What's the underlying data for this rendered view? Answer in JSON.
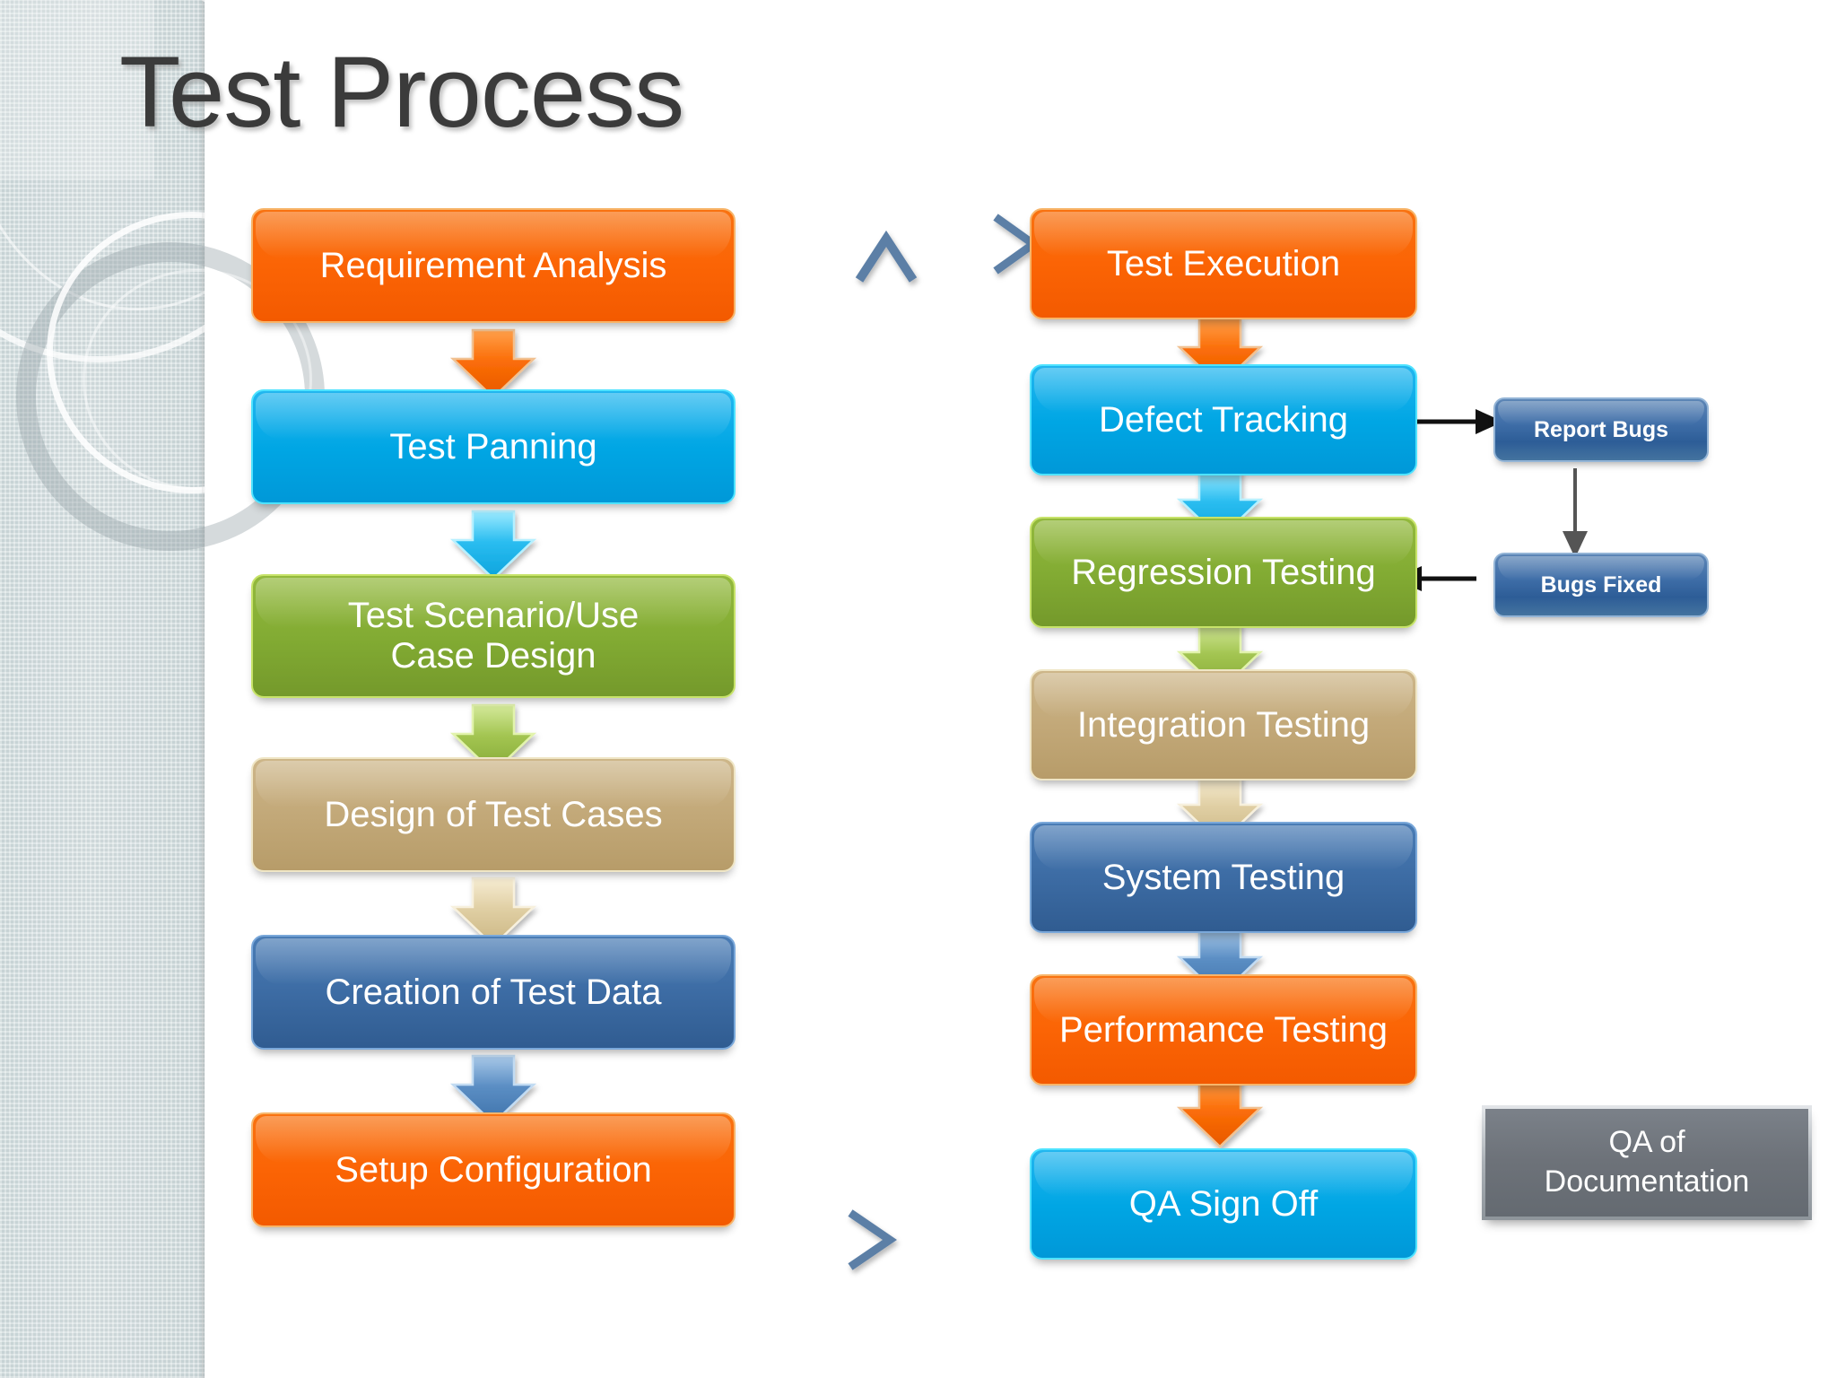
{
  "slide": {
    "title": "Test Process",
    "background_color": "#ffffff",
    "sidebar_color": "#d2dedf"
  },
  "palette": {
    "orange": "#fb6405",
    "cyan": "#00a6e4",
    "green": "#82ab33",
    "tan": "#c2a878",
    "navy": "#3c6ba3",
    "small_blue": "#3f6ea8",
    "gray": "#6d7279",
    "connector_blue": "#5b7fa6",
    "connector_black": "#1a1a1a"
  },
  "flow": {
    "left_column": [
      {
        "label": "Requirement Analysis",
        "color": "orange"
      },
      {
        "label": "Test Panning",
        "color": "cyan"
      },
      {
        "label": "Test Scenario/Use Case Design",
        "color": "green",
        "lines": [
          "Test Scenario/Use",
          "Case Design"
        ]
      },
      {
        "label": "Design of Test Cases",
        "color": "tan"
      },
      {
        "label": "Creation of Test Data",
        "color": "navy"
      },
      {
        "label": "Setup Configuration",
        "color": "orange"
      }
    ],
    "right_column": [
      {
        "label": "Test Execution",
        "color": "orange"
      },
      {
        "label": "Defect Tracking",
        "color": "cyan"
      },
      {
        "label": "Regression Testing",
        "color": "green"
      },
      {
        "label": "Integration Testing",
        "color": "tan"
      },
      {
        "label": "System Testing",
        "color": "navy"
      },
      {
        "label": "Performance Testing",
        "color": "orange"
      },
      {
        "label": "QA Sign Off",
        "color": "cyan"
      }
    ],
    "side_boxes": [
      {
        "label": "Report Bugs",
        "color": "small_blue"
      },
      {
        "label": "Bugs Fixed",
        "color": "small_blue"
      }
    ],
    "standalone": [
      {
        "label": "QA of Documentation",
        "color": "gray",
        "lines": [
          "QA of",
          "Documentation"
        ]
      }
    ],
    "connections": [
      {
        "from": "Requirement Analysis",
        "to": "Test Panning",
        "style": "fat-down-arrow",
        "color": "orange"
      },
      {
        "from": "Test Panning",
        "to": "Test Scenario/Use Case Design",
        "style": "fat-down-arrow",
        "color": "cyan"
      },
      {
        "from": "Test Scenario/Use Case Design",
        "to": "Design of Test Cases",
        "style": "fat-down-arrow",
        "color": "green"
      },
      {
        "from": "Design of Test Cases",
        "to": "Creation of Test Data",
        "style": "fat-down-arrow",
        "color": "tan"
      },
      {
        "from": "Creation of Test Data",
        "to": "Setup Configuration",
        "style": "fat-down-arrow",
        "color": "navy"
      },
      {
        "from": "Setup Configuration",
        "to": "Test Execution",
        "style": "elbow-loop",
        "color": "connector_blue"
      },
      {
        "from": "Test Execution",
        "to": "Defect Tracking",
        "style": "fat-down-arrow",
        "color": "orange"
      },
      {
        "from": "Defect Tracking",
        "to": "Regression Testing",
        "style": "fat-down-arrow",
        "color": "cyan"
      },
      {
        "from": "Defect Tracking",
        "to": "Report Bugs",
        "style": "thin-arrow-right",
        "color": "connector_black"
      },
      {
        "from": "Report Bugs",
        "to": "Bugs Fixed",
        "style": "thin-arrow-down",
        "color": "connector_black"
      },
      {
        "from": "Bugs Fixed",
        "to": "Regression Testing",
        "style": "thin-arrow-left",
        "color": "connector_black"
      },
      {
        "from": "Regression Testing",
        "to": "Integration Testing",
        "style": "fat-down-arrow",
        "color": "green"
      },
      {
        "from": "Integration Testing",
        "to": "System Testing",
        "style": "fat-down-arrow",
        "color": "tan"
      },
      {
        "from": "System Testing",
        "to": "Performance Testing",
        "style": "fat-down-arrow",
        "color": "navy"
      },
      {
        "from": "Performance Testing",
        "to": "QA Sign Off",
        "style": "fat-down-arrow",
        "color": "orange"
      }
    ]
  }
}
